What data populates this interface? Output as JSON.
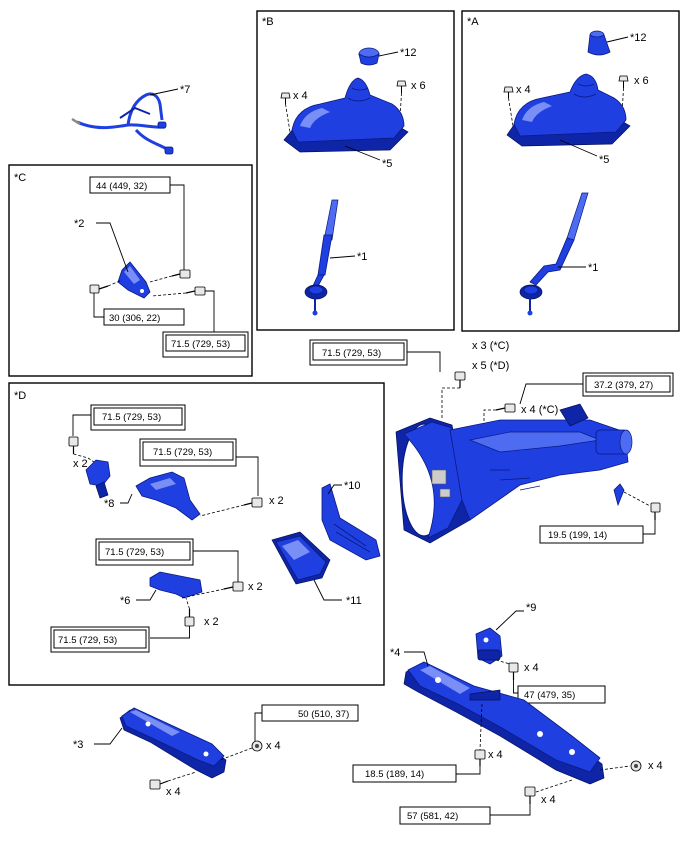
{
  "frames": {
    "a": "*A",
    "b": "*B",
    "c": "*C",
    "d": "*D"
  },
  "parts": {
    "p1a": "*1",
    "p1b": "*1",
    "p2": "*2",
    "p3": "*3",
    "p4": "*4",
    "p5a": "*5",
    "p5b": "*5",
    "p6": "*6",
    "p7": "*7",
    "p8": "*8",
    "p9": "*9",
    "p10": "*10",
    "p11": "*11",
    "p12a": "*12",
    "p12b": "*12"
  },
  "quantities": {
    "b_x4": "x 4",
    "b_x6": "x 6",
    "a_x4": "x 4",
    "a_x6": "x 6",
    "trans_x3": "x 3 (*C)",
    "trans_x5": "x 5 (*D)",
    "trans_x4": "x 4 (*C)",
    "d_x2a": "x 2",
    "d_x2b": "x 2",
    "d_x2c": "x 2",
    "d_x2d": "x 2",
    "c3_x4a": "x 4",
    "c3_x4b": "x 4",
    "c4_x4a": "x 4",
    "c4_x4b": "x 4",
    "c4_x4c": "x 4",
    "c9_x4": "x 4"
  },
  "torques": {
    "c_top": "44 (449, 32)",
    "c_bottom": "30 (306, 22)",
    "c_right": "71.5 (729, 53)",
    "trans_top": "71.5 (729, 53)",
    "trans_right": "37.2 (379, 27)",
    "trans_bottom": "19.5 (199, 14)",
    "d_1": "71.5 (729, 53)",
    "d_2": "71.5 (729, 53)",
    "d_3": "71.5 (729, 53)",
    "d_4": "71.5 (729, 53)",
    "mount_9": "47 (479, 35)",
    "mount_3": "50 (510, 37)",
    "mount_4a": "18.5 (189, 14)",
    "mount_4b": "57 (581, 42)"
  },
  "colors": {
    "part": "#1f3fe0",
    "part_dark": "#0f25a8",
    "outline": "#000000",
    "background": "#ffffff"
  }
}
